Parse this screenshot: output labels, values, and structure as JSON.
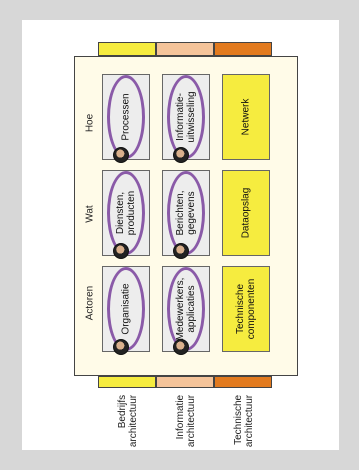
{
  "colors": {
    "business": "#f6ec3f",
    "information": "#f5c49a",
    "technical": "#e27a1e",
    "ellipse": "#8a5aa8"
  },
  "rows": {
    "how": "Hoe",
    "what": "Wat",
    "actors": "Actoren"
  },
  "cells": {
    "business_how": "Processen",
    "business_what": "Diensten,\nproducten",
    "business_actors": "Organisatie",
    "information_how": "Informatie-\nuitwisseling",
    "information_what": "Berichten,\ngegevens",
    "information_actors": "Medewerkers,\napplicaties",
    "technical_how": "Netwerk",
    "technical_what": "Dataopslag",
    "technical_actors": "Technische\ncomponenten"
  },
  "columns": {
    "business": "Bedrijfs\narchitectuur",
    "information": "Informatie\narchitectuur",
    "technical": "Technische\narchitectuur"
  },
  "icons": [
    "person-avatar-icon"
  ]
}
